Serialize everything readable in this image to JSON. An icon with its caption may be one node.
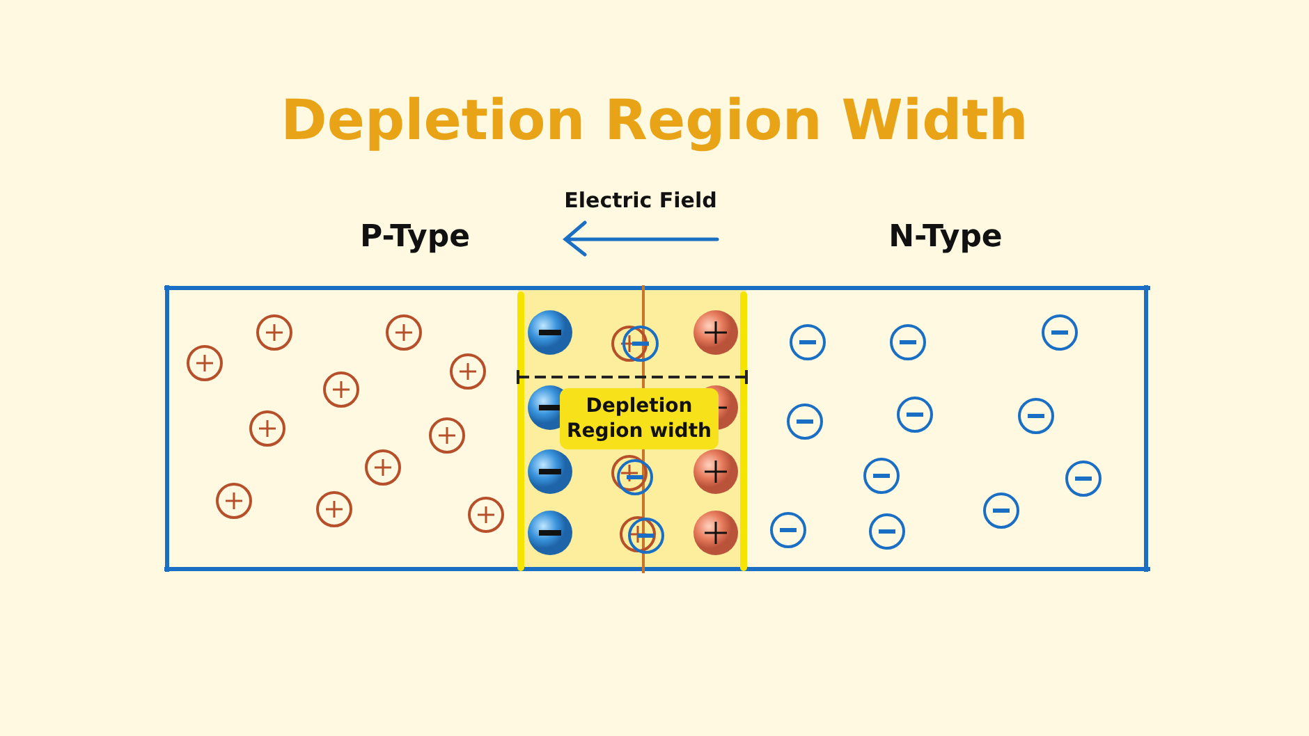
{
  "diagram": {
    "title": "Depletion Region Width",
    "nodes": [
      {
        "text": [
          "Depletion Region width"
        ]
      }
    ],
    "labels": [
      "Electric Field",
      "P-Type",
      "N-Type"
    ]
  }
}
